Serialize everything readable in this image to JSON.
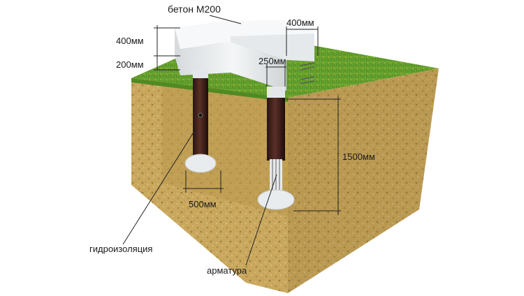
{
  "labels": {
    "concrete": "бетон М200",
    "width_top": "400мм",
    "beam_height": "400мм",
    "beam_gap": "200мм",
    "pile_diameter": "250мм",
    "pile_depth": "1500мм",
    "base_width": "500мм",
    "waterproofing": "гидроизоляция",
    "rebar": "арматура"
  },
  "colors": {
    "soil": "#c9a85e",
    "soil_dark": "#a88a45",
    "grass": "#6aa632",
    "concrete": "#eceff0",
    "pile": "#3a1e1a"
  }
}
